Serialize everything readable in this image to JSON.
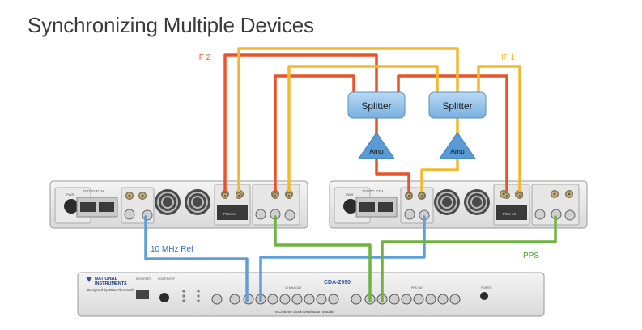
{
  "slide": {
    "title": "Synchronizing Multiple Devices"
  },
  "diagram": {
    "labels": {
      "if2": "IF 2",
      "if1": "IF 1",
      "ref": "10 MHz Ref",
      "pps": "PPS"
    },
    "splitters": [
      {
        "label": "Splitter"
      },
      {
        "label": "Splitter"
      }
    ],
    "amps": [
      {
        "label": "Amp"
      },
      {
        "label": "Amp"
      }
    ],
    "cda": {
      "model": "CDA-2990",
      "subtitle": "8 Channel Clock Distribution Module",
      "brand_line1": "NATIONAL",
      "brand_line2": "INSTRUMENTS",
      "brand_tag": "Designed by Ettus Research",
      "port_labels": [
        "ETHERNET",
        "POWER/REF",
        "10 MHz OUT",
        "PPS OUT",
        "POWER"
      ]
    },
    "device_panel_text": {
      "ethernet": "1G/10G ETH",
      "pcie": "PCIe x4",
      "pwr": "PWR"
    }
  },
  "colors": {
    "orange": "#e8532a",
    "yellow": "#f3b82e",
    "blue": "#5f9fd9",
    "green": "#6db33f",
    "splitter_fill": "#8cc0ea",
    "amp_fill": "#5a9bd5",
    "title_text": "#3b3b3b"
  }
}
